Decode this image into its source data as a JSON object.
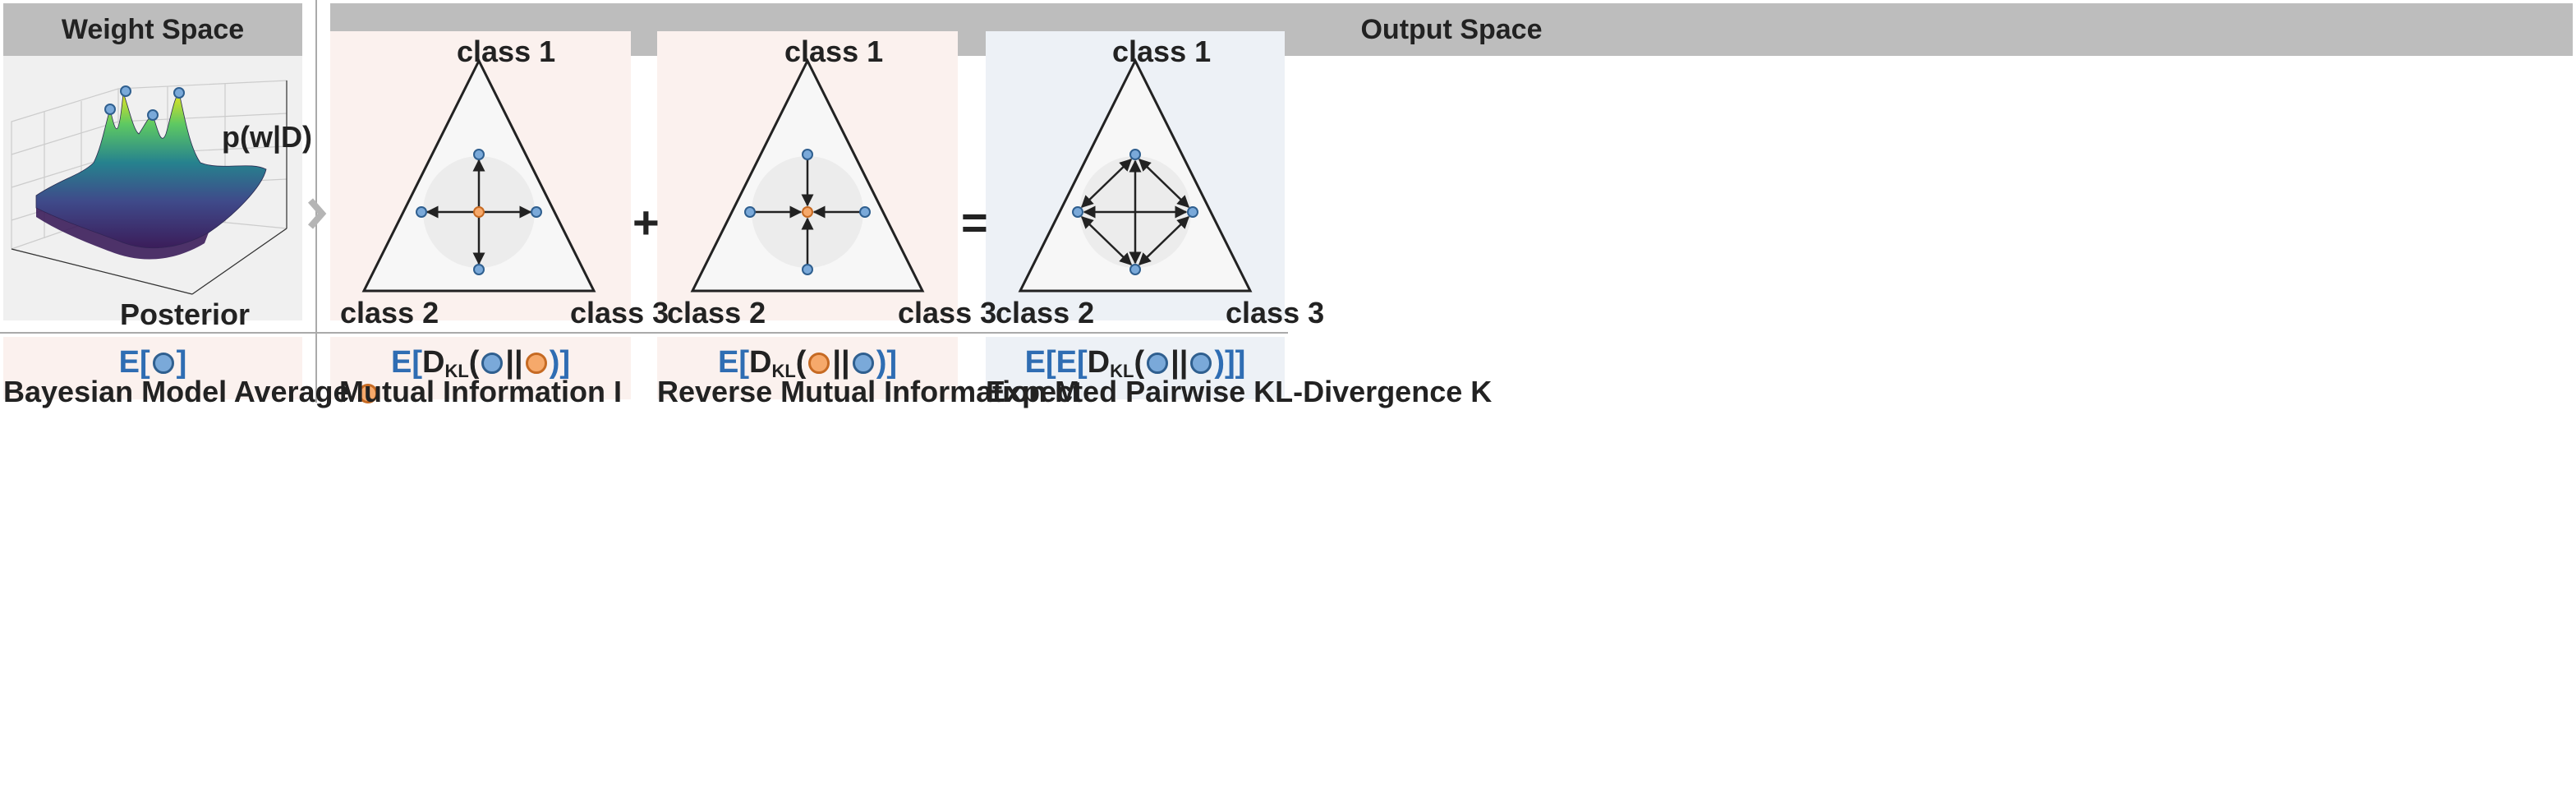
{
  "weight_space": {
    "title": "Weight Space",
    "density_label": "p(w|D)",
    "posterior_label": "Posterior"
  },
  "output_space": {
    "title": "Output Space"
  },
  "simplex_labels": {
    "top": "class 1",
    "left": "class 2",
    "right": "class 3"
  },
  "operators": {
    "plus": "+",
    "equals": "="
  },
  "formulas": {
    "bma": {
      "open": "E[",
      "close": "]"
    },
    "mi": {
      "open": "E[",
      "dkl": "D",
      "sub": "KL",
      "paren_open": "(",
      "bars": "||",
      "close": ")]"
    },
    "rmi": {
      "open": "E[",
      "dkl": "D",
      "sub": "KL",
      "paren_open": "(",
      "bars": "||",
      "close": ")]"
    },
    "epkl": {
      "open": "E[E[",
      "dkl": "D",
      "sub": "KL",
      "paren_open": "(",
      "bars": "||",
      "close": ")]]"
    }
  },
  "captions": {
    "bma": "Bayesian Model Average",
    "mi": "Mutual Information I",
    "rmi": "Reverse Mutual Information M",
    "epkl": "Expected Pairwise KL-Divergence K"
  },
  "colors": {
    "header_bg": "#bdbdbd",
    "panel_pink": "#fbf1ee",
    "panel_blue": "#edf1f6",
    "panel_gray": "#f0f0f0",
    "point_blue": "#7aa9d9",
    "point_orange": "#f6a96b",
    "formula_blue": "#2f6db3"
  },
  "icons": {
    "separator": "chevron-right-icon",
    "blue_point": "blue-dot-icon",
    "orange_point": "orange-dot-icon"
  }
}
